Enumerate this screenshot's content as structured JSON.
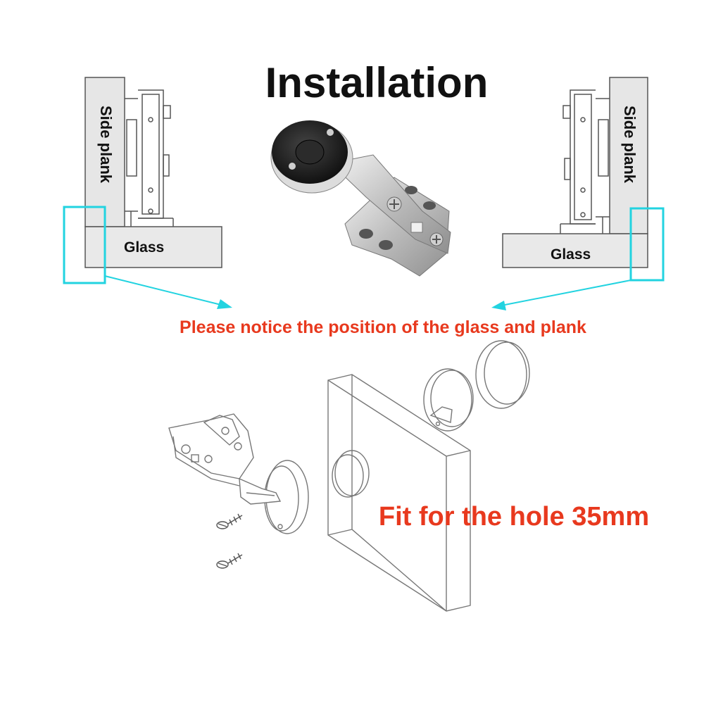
{
  "title": "Installation",
  "left_diagram": {
    "plank_label": "Side plank",
    "glass_label": "Glass"
  },
  "right_diagram": {
    "plank_label": "Side plank",
    "glass_label": "Glass"
  },
  "notice_text": "Please notice the position of the glass and plank",
  "fit_text": "Fit for the hole 35mm",
  "colors": {
    "title": "#111111",
    "plank_fill": "#e6e6e6",
    "glass_fill": "#e9e9e9",
    "outline": "#555555",
    "highlight": "#22d3e0",
    "notice": "#e8391e",
    "fit": "#e8391e"
  }
}
